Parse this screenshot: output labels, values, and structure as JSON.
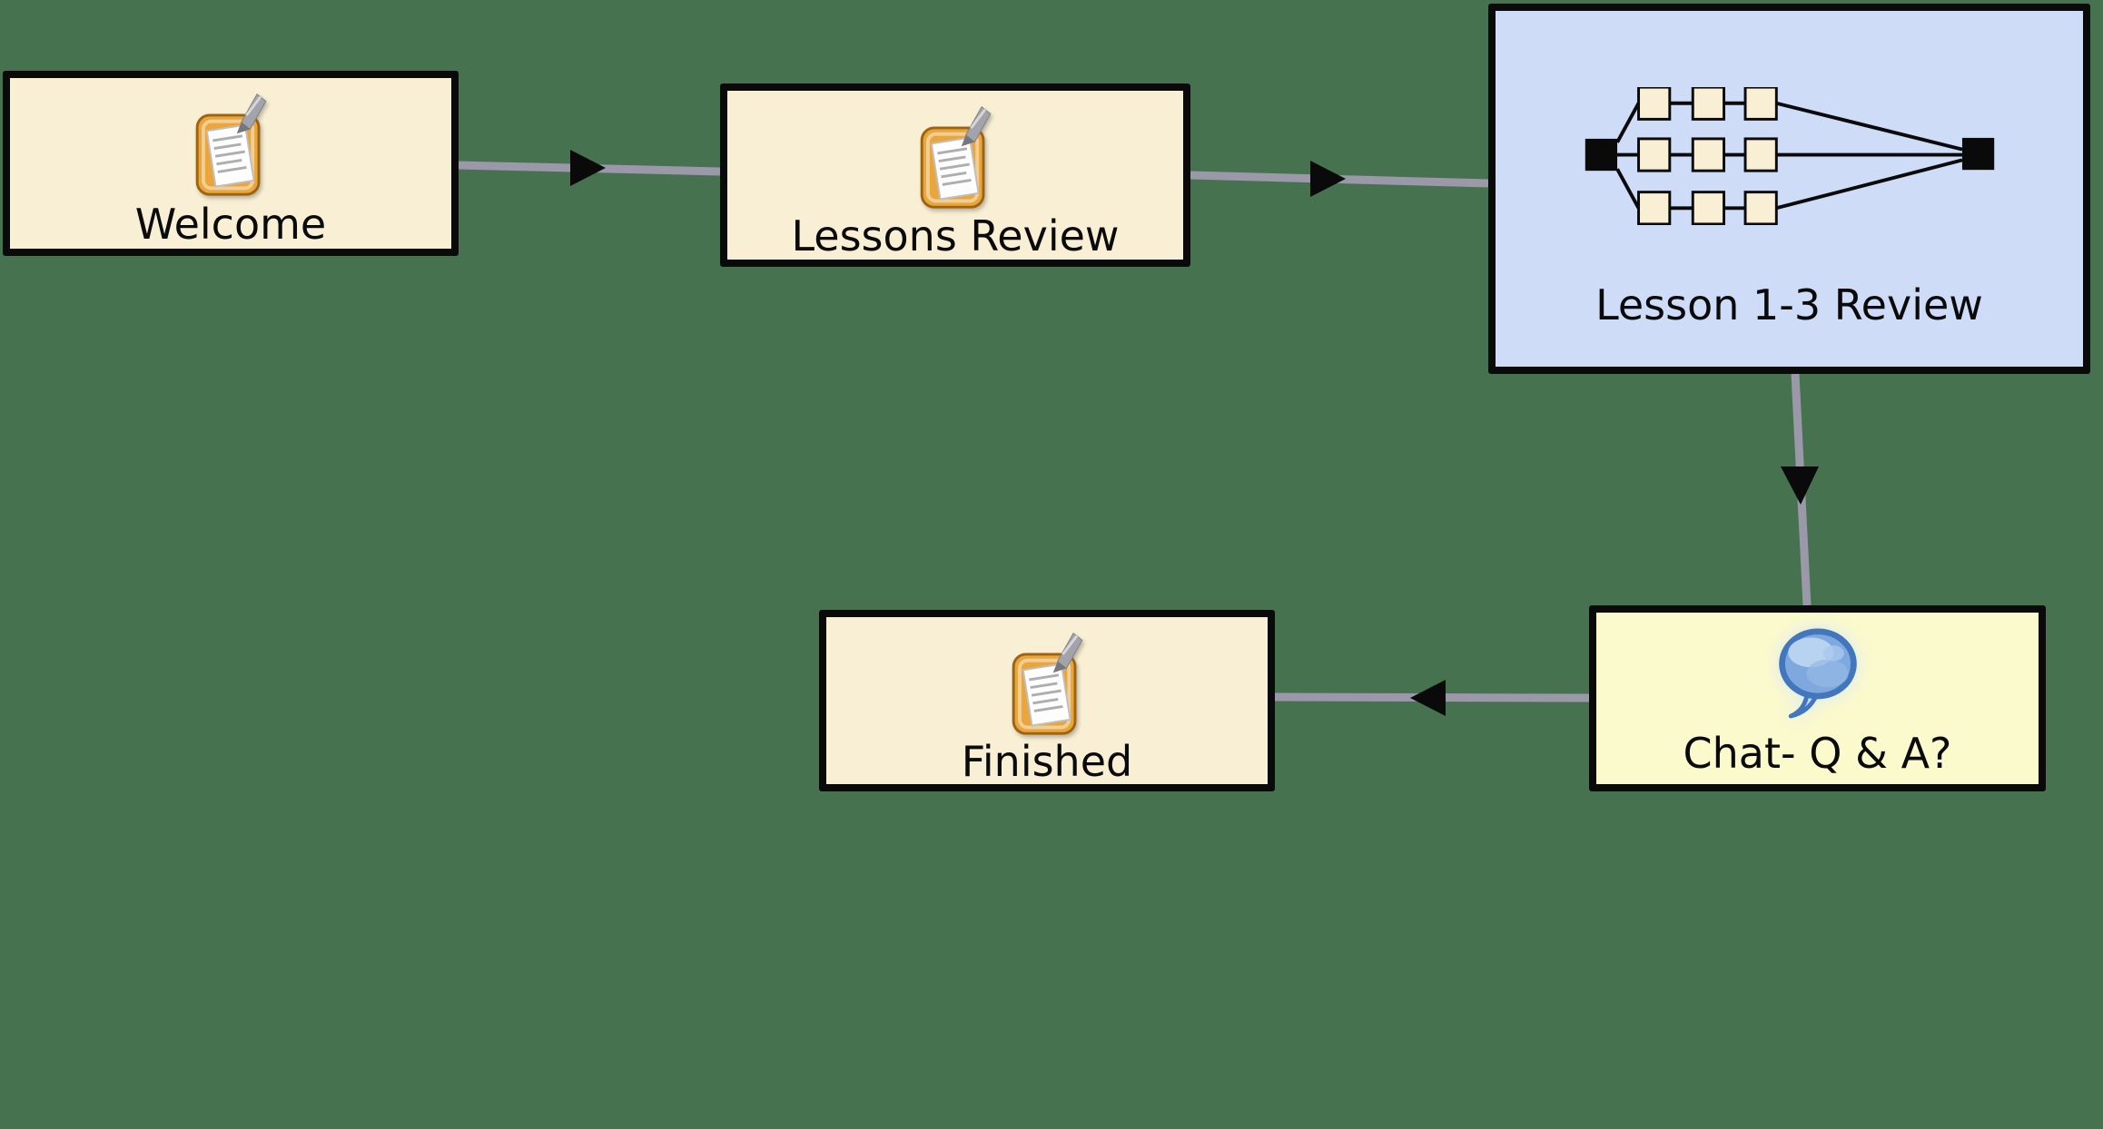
{
  "colors": {
    "background": "#47724F",
    "node_border": "#0a0a0a",
    "cream_fill": "#F9EFD4",
    "yellow_fill": "#FBFACD",
    "blue_fill": "#CEDCF7",
    "connector": "#9A98A9",
    "arrow": "#0a0a0a",
    "label_text": "#0a0a0a",
    "clipboard_orange": "#E9A63C",
    "clipboard_border": "#9C6410",
    "paper_white": "#FDFDFD",
    "paper_line": "#AFAEAE",
    "pencil_gray": "#A3A3AC",
    "pencil_dark": "#76767E",
    "bubble_stroke": "#4377BD",
    "bubble_fill": "#7FA9DE",
    "bubble_light": "#BFD7F2",
    "mini_line": "#0a0a0a"
  },
  "diagram": {
    "type": "flowchart",
    "nodes": [
      {
        "id": "welcome",
        "label": "Welcome",
        "icon": "clipboard-pencil",
        "fill": "cream"
      },
      {
        "id": "lessons-review",
        "label": "Lessons Review",
        "icon": "clipboard-pencil",
        "fill": "cream"
      },
      {
        "id": "lesson-1-3-review",
        "label": "Lesson 1-3 Review",
        "icon": "process-flow",
        "fill": "blue"
      },
      {
        "id": "chat-qa",
        "label": "Chat- Q & A?",
        "icon": "chat-bubble",
        "fill": "yellow"
      },
      {
        "id": "finished",
        "label": "Finished",
        "icon": "clipboard-pencil",
        "fill": "cream"
      }
    ],
    "edges": [
      {
        "from": "welcome",
        "to": "lessons-review",
        "direction": "right"
      },
      {
        "from": "lessons-review",
        "to": "lesson-1-3-review",
        "direction": "right"
      },
      {
        "from": "lesson-1-3-review",
        "to": "chat-qa",
        "direction": "down"
      },
      {
        "from": "chat-qa",
        "to": "finished",
        "direction": "left"
      }
    ]
  }
}
